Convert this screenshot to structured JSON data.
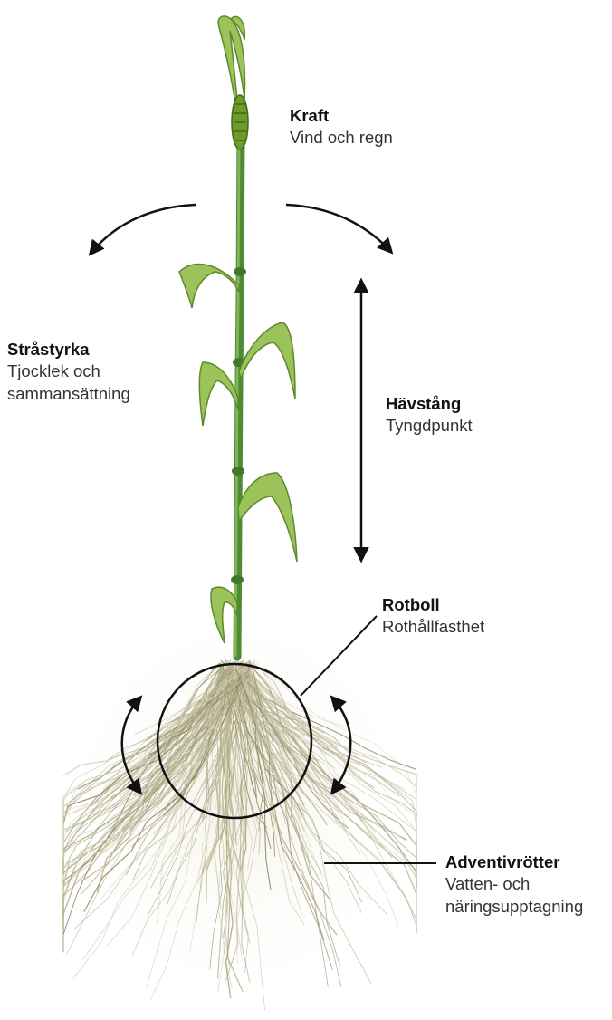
{
  "labels": {
    "kraft": {
      "title": "Kraft",
      "sub": "Vind och regn"
    },
    "strastyrka": {
      "title": "Stråstyrka",
      "sub1": "Tjocklek och",
      "sub2": "sammansättning"
    },
    "havstang": {
      "title": "Hävstång",
      "sub": "Tyngdpunkt"
    },
    "rotboll": {
      "title": "Rotboll",
      "sub": "Rothållfasthet"
    },
    "adventiv": {
      "title": "Adventivrötter",
      "sub1": "Vatten- och",
      "sub2": "näringsupptagning"
    }
  },
  "colors": {
    "stem": "#5f9a3c",
    "stem_dark": "#3f7a2a",
    "leaf": "#8db64c",
    "ear": "#6f9a2c",
    "root": "#a7a37f",
    "arrow": "#111111"
  }
}
